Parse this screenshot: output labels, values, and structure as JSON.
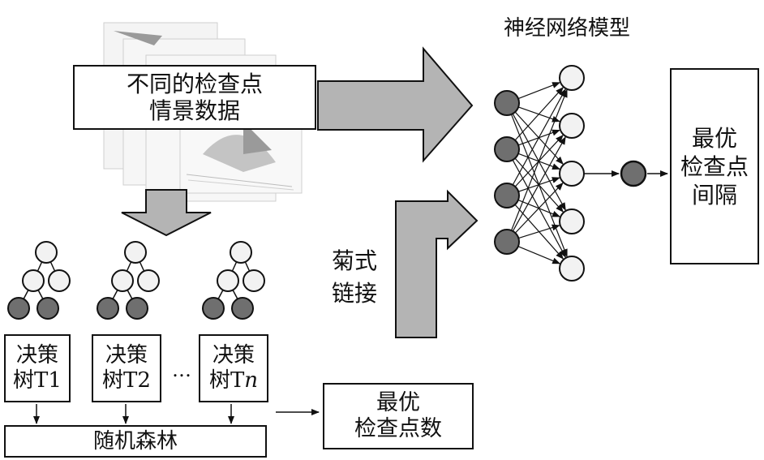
{
  "data_box": {
    "line1": "不同的检查点",
    "line2": "情景数据"
  },
  "nn_title": "神经网络模型",
  "daisy_label": {
    "line1": "菊式",
    "line2": "链接"
  },
  "optimal_interval": {
    "line1": "最优",
    "line2": "检查点",
    "line3": "间隔"
  },
  "trees": [
    {
      "line1": "决策",
      "line2_prefix": "树T",
      "line2_suffix": "1"
    },
    {
      "line1": "决策",
      "line2_prefix": "树T",
      "line2_suffix": "2"
    },
    {
      "line1": "决策",
      "line2_prefix": "树T",
      "line2_suffix": "n"
    }
  ],
  "ellipsis": "…",
  "random_forest": "随机森林",
  "optimal_count": {
    "line1": "最优",
    "line2": "检查点数"
  },
  "colors": {
    "dark_node": "#6f6f6f",
    "light_node": "#f2f2f2",
    "big_arrow": "#b4b4b4",
    "stroke": "#111111"
  }
}
